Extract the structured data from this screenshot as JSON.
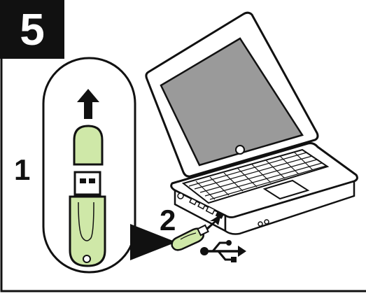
{
  "step": {
    "number": "5"
  },
  "labels": {
    "step_one": "1",
    "step_two": "2"
  },
  "colors": {
    "drive_body": "#cfe8a8",
    "drive_cap": "#cfe8a8",
    "outline": "#111111",
    "screen": "#9a9a9a",
    "badge": "#111111"
  },
  "icons": {
    "arrow": "up-arrow-icon",
    "usb": "usb-symbol-icon"
  }
}
